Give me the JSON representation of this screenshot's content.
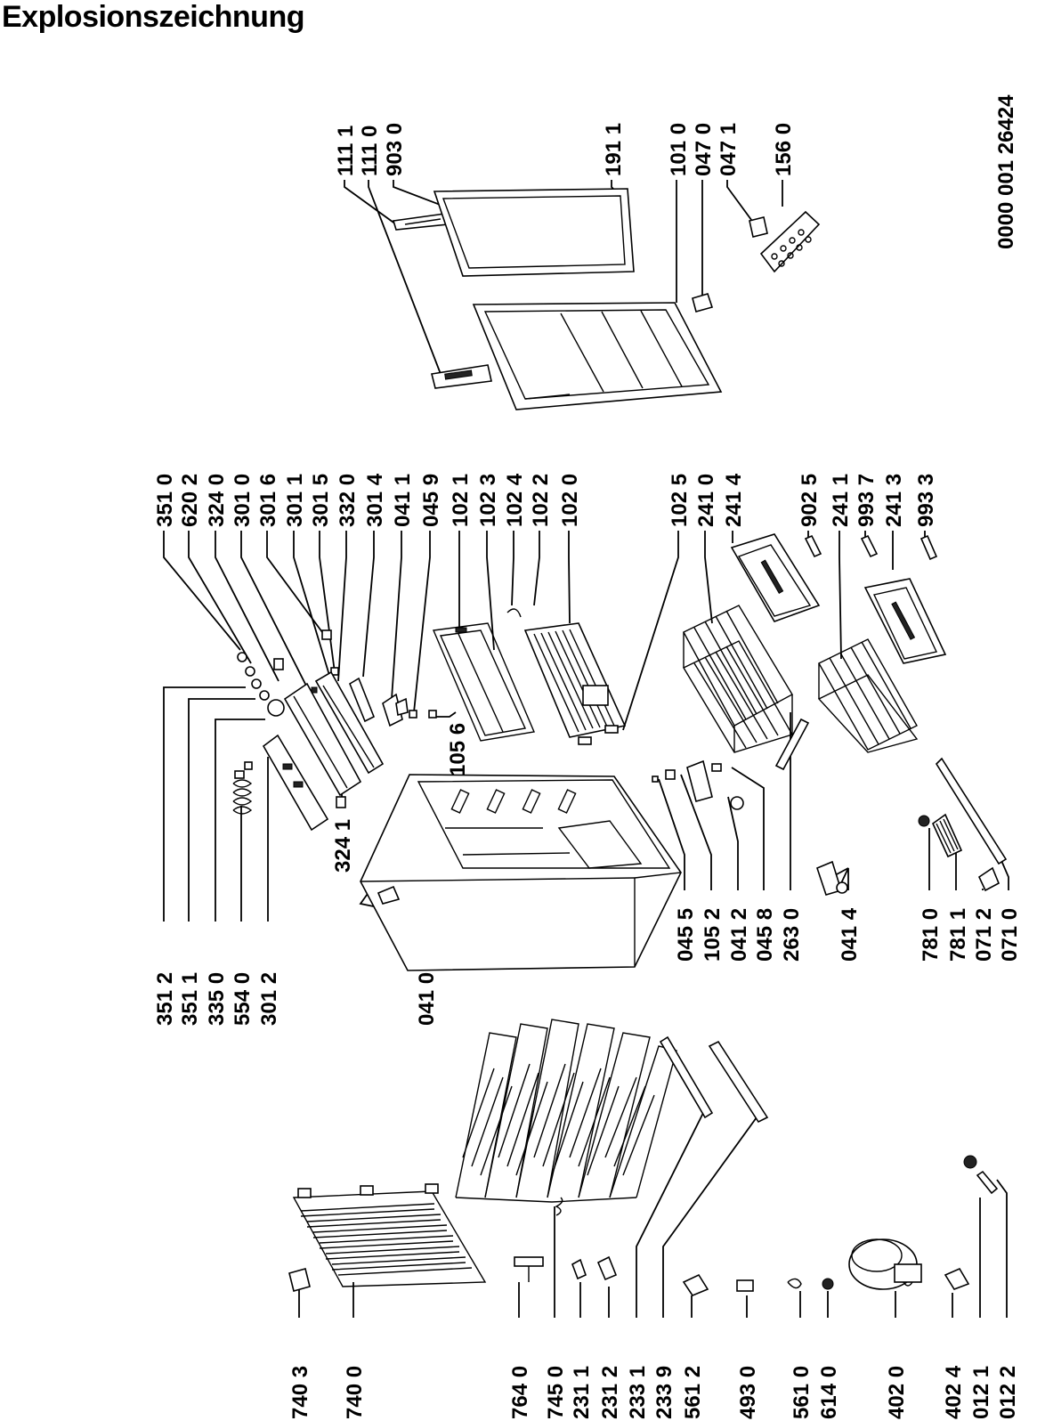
{
  "title": "Explosionszeichnung",
  "doc_number": "0000 001 26424",
  "labels": [
    {
      "id": "l1111",
      "text": "111 1"
    },
    {
      "id": "l1110",
      "text": "111 0"
    },
    {
      "id": "l9030",
      "text": "903 0"
    },
    {
      "id": "l1911",
      "text": "191 1"
    },
    {
      "id": "l1010",
      "text": "101 0"
    },
    {
      "id": "l0470",
      "text": "047 0"
    },
    {
      "id": "l0471",
      "text": "047 1"
    },
    {
      "id": "l1560",
      "text": "156 0"
    },
    {
      "id": "l3510",
      "text": "351 0"
    },
    {
      "id": "l6202",
      "text": "620 2"
    },
    {
      "id": "l3240",
      "text": "324 0"
    },
    {
      "id": "l3010",
      "text": "301 0"
    },
    {
      "id": "l3016",
      "text": "301 6"
    },
    {
      "id": "l3011",
      "text": "301 1"
    },
    {
      "id": "l3015",
      "text": "301 5"
    },
    {
      "id": "l3320",
      "text": "332 0"
    },
    {
      "id": "l3014",
      "text": "301 4"
    },
    {
      "id": "l0411",
      "text": "041 1"
    },
    {
      "id": "l0459",
      "text": "045 9"
    },
    {
      "id": "l1021",
      "text": "102 1"
    },
    {
      "id": "l1023",
      "text": "102 3"
    },
    {
      "id": "l1024",
      "text": "102 4"
    },
    {
      "id": "l1022",
      "text": "102 2"
    },
    {
      "id": "l1020",
      "text": "102 0"
    },
    {
      "id": "l1025",
      "text": "102 5"
    },
    {
      "id": "l2410",
      "text": "241 0"
    },
    {
      "id": "l2414",
      "text": "241 4"
    },
    {
      "id": "l9025",
      "text": "902 5"
    },
    {
      "id": "l2411",
      "text": "241 1"
    },
    {
      "id": "l9937",
      "text": "993 7"
    },
    {
      "id": "l2413",
      "text": "241 3"
    },
    {
      "id": "l9933",
      "text": "993 3"
    },
    {
      "id": "l1056",
      "text": "105 6"
    },
    {
      "id": "l3241",
      "text": "324 1"
    },
    {
      "id": "l3512",
      "text": "351 2"
    },
    {
      "id": "l3511",
      "text": "351 1"
    },
    {
      "id": "l3350",
      "text": "335 0"
    },
    {
      "id": "l5540",
      "text": "554 0"
    },
    {
      "id": "l3012",
      "text": "301 2"
    },
    {
      "id": "l0410",
      "text": "041 0"
    },
    {
      "id": "l0455",
      "text": "045 5"
    },
    {
      "id": "l1052",
      "text": "105 2"
    },
    {
      "id": "l0412",
      "text": "041 2"
    },
    {
      "id": "l0458",
      "text": "045 8"
    },
    {
      "id": "l2630",
      "text": "263 0"
    },
    {
      "id": "l0414",
      "text": "041 4"
    },
    {
      "id": "l7810",
      "text": "781 0"
    },
    {
      "id": "l7811",
      "text": "781 1"
    },
    {
      "id": "l0712",
      "text": "071 2"
    },
    {
      "id": "l0710",
      "text": "071 0"
    },
    {
      "id": "l7403",
      "text": "740 3"
    },
    {
      "id": "l7400",
      "text": "740 0"
    },
    {
      "id": "l7640",
      "text": "764 0"
    },
    {
      "id": "l7450",
      "text": "745 0"
    },
    {
      "id": "l2311",
      "text": "231 1"
    },
    {
      "id": "l2312",
      "text": "231 2"
    },
    {
      "id": "l2331",
      "text": "233 1"
    },
    {
      "id": "l2339",
      "text": "233 9"
    },
    {
      "id": "l5612",
      "text": "561 2"
    },
    {
      "id": "l4930",
      "text": "493 0"
    },
    {
      "id": "l5610",
      "text": "561 0"
    },
    {
      "id": "l6140",
      "text": "614 0"
    },
    {
      "id": "l4020",
      "text": "402 0"
    },
    {
      "id": "l4024",
      "text": "402 4"
    },
    {
      "id": "l0121",
      "text": "012 1"
    },
    {
      "id": "l0122",
      "text": "012 2"
    }
  ]
}
